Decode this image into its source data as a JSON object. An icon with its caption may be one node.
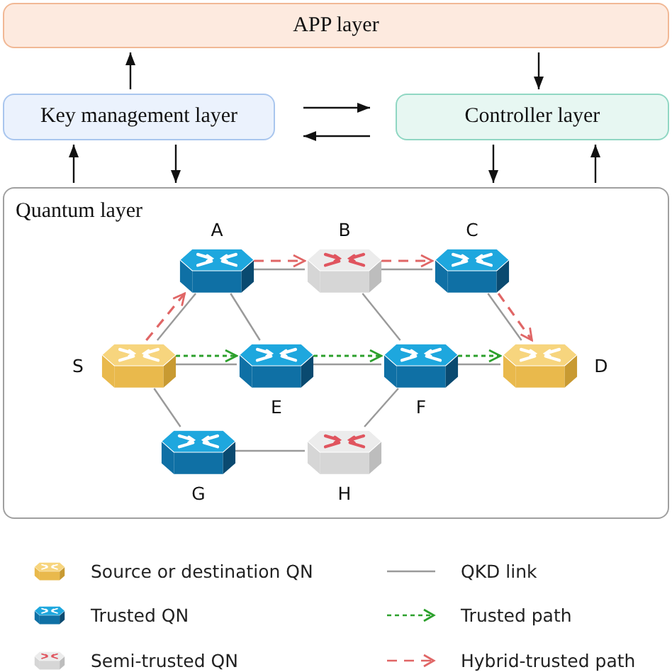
{
  "diagram": {
    "nodes": [
      {
        "text": [
          "APP layer"
        ]
      },
      {
        "text": [
          "Key management layer"
        ]
      },
      {
        "text": [
          "Controller layer"
        ]
      },
      {
        "text": [
          "Quantum layer"
        ]
      },
      {
        "text": [],
        "shape": "picture",
        "beside": [
          "A"
        ],
        "in": 3
      },
      {
        "text": [],
        "shape": "picture",
        "beside": [
          "B"
        ],
        "in": 3
      },
      {
        "text": [],
        "shape": "picture",
        "beside": [
          "C"
        ],
        "in": 3
      },
      {
        "text": [],
        "shape": "picture",
        "beside": [
          "S"
        ],
        "in": 3
      },
      {
        "text": [],
        "shape": "picture",
        "beside": [
          "E"
        ],
        "in": 3
      },
      {
        "text": [],
        "shape": "picture",
        "beside": [
          "F"
        ],
        "in": 3
      },
      {
        "text": [],
        "shape": "picture",
        "beside": [
          "D"
        ],
        "in": 3
      },
      {
        "text": [],
        "shape": "picture",
        "beside": [
          "G"
        ],
        "in": 3
      },
      {
        "text": [],
        "shape": "picture",
        "beside": [
          "H"
        ],
        "in": 3
      }
    ],
    "edges": [
      {
        "from": 1,
        "to": 0,
        "arrow": "to",
        "color": "#111111"
      },
      {
        "from": 0,
        "to": 2,
        "arrow": "to",
        "color": "#111111"
      },
      {
        "from": 1,
        "to": 2,
        "arrow": "to",
        "color": "#111111"
      },
      {
        "from": 2,
        "to": 1,
        "arrow": "to",
        "color": "#111111"
      },
      {
        "from": 3,
        "to": 1,
        "arrow": "to",
        "color": "#111111"
      },
      {
        "from": 1,
        "to": 3,
        "arrow": "to",
        "color": "#111111"
      },
      {
        "from": 2,
        "to": 3,
        "arrow": "to",
        "color": "#111111"
      },
      {
        "from": 3,
        "to": 2,
        "arrow": "to",
        "color": "#111111"
      },
      {
        "from": 7,
        "to": 4,
        "arrow": "none",
        "color": "#9a9a9a"
      },
      {
        "from": 4,
        "to": 5,
        "arrow": "none",
        "color": "#9a9a9a"
      },
      {
        "from": 5,
        "to": 6,
        "arrow": "none",
        "color": "#9a9a9a"
      },
      {
        "from": 6,
        "to": 10,
        "arrow": "none",
        "color": "#9a9a9a"
      },
      {
        "from": 4,
        "to": 8,
        "arrow": "none",
        "color": "#9a9a9a"
      },
      {
        "from": 5,
        "to": 9,
        "arrow": "none",
        "color": "#9a9a9a"
      },
      {
        "from": 7,
        "to": 8,
        "arrow": "none",
        "color": "#9a9a9a"
      },
      {
        "from": 8,
        "to": 9,
        "arrow": "none",
        "color": "#9a9a9a"
      },
      {
        "from": 9,
        "to": 10,
        "arrow": "none",
        "color": "#9a9a9a"
      },
      {
        "from": 7,
        "to": 11,
        "arrow": "none",
        "color": "#9a9a9a"
      },
      {
        "from": 11,
        "to": 12,
        "arrow": "none",
        "color": "#9a9a9a"
      },
      {
        "from": 12,
        "to": 9,
        "arrow": "none",
        "color": "#9a9a9a"
      },
      {
        "from": 7,
        "to": 4,
        "arrow": "to",
        "style": "dashed",
        "color": "#e06666"
      },
      {
        "from": 4,
        "to": 5,
        "arrow": "to",
        "style": "dashed",
        "color": "#e06666"
      },
      {
        "from": 5,
        "to": 6,
        "arrow": "to",
        "style": "dashed",
        "color": "#e06666"
      },
      {
        "from": 6,
        "to": 10,
        "arrow": "to",
        "style": "dashed",
        "color": "#e06666"
      },
      {
        "from": 7,
        "to": 8,
        "arrow": "to",
        "style": "dashed",
        "color": "#2ca02c"
      },
      {
        "from": 8,
        "to": 9,
        "arrow": "to",
        "style": "dashed",
        "color": "#2ca02c"
      },
      {
        "from": 9,
        "to": 10,
        "arrow": "to",
        "style": "dashed",
        "color": "#2ca02c"
      }
    ],
    "legend": [
      {
        "text": "Source or destination QN"
      },
      {
        "text": "Trusted QN"
      },
      {
        "text": "Semi-trusted QN"
      },
      {
        "text": "QKD link"
      },
      {
        "text": "Trusted path"
      },
      {
        "text": "Hybrid-trusted path"
      }
    ]
  }
}
